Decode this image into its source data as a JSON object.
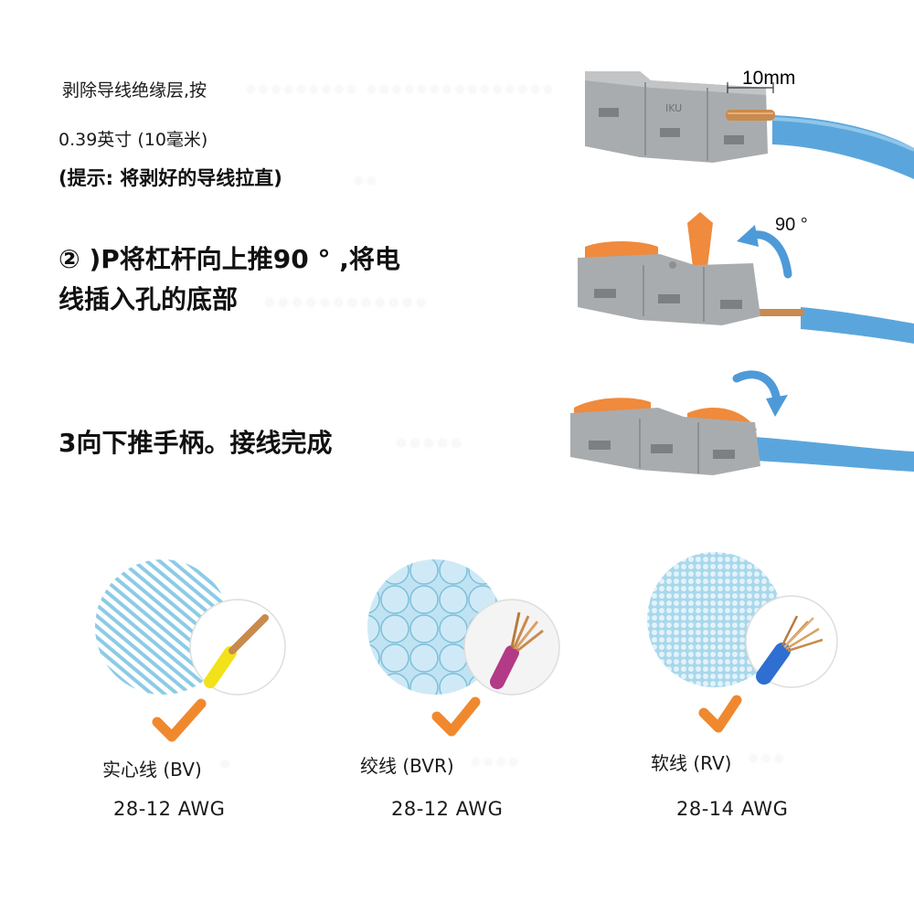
{
  "steps": {
    "step1_line1": "剥除导线绝缘层,按",
    "step1_line2": "0.39英寸 (10毫米)",
    "step1_hint": "(提示: 将剥好的导线拉直)",
    "step2_line1": "② )P将杠杆向上推90 ° ,将电",
    "step2_line2": "线插入孔的底部",
    "step3": "3向下推手柄。接线完成"
  },
  "illustrations": {
    "strip_length": "10mm",
    "lever_angle": "90 °",
    "connector_marking": "IKU"
  },
  "wire_types": [
    {
      "name": "实心线 (BV)",
      "awg": "28-12 AWG",
      "pattern": "diagonal-lines",
      "insulation_color": "#f2e21a"
    },
    {
      "name": "绞线 (BVR)",
      "awg": "28-12 AWG",
      "pattern": "large-circles",
      "insulation_color": "#b23a86"
    },
    {
      "name": "软线 (RV)",
      "awg": "28-14 AWG",
      "pattern": "fine-dots",
      "insulation_color": "#2f6fd1"
    }
  ],
  "colors": {
    "wire_blue": "#5aa6dc",
    "connector_gray": "#a9acae",
    "lever_orange": "#f08a3c",
    "arrow_blue": "#4e9ad8",
    "check_orange": "#f0892e",
    "pattern_blue": "#8ccbe6"
  },
  "icons": [
    "check-icon",
    "rotate-up-arrow-icon",
    "rotate-down-arrow-icon"
  ]
}
